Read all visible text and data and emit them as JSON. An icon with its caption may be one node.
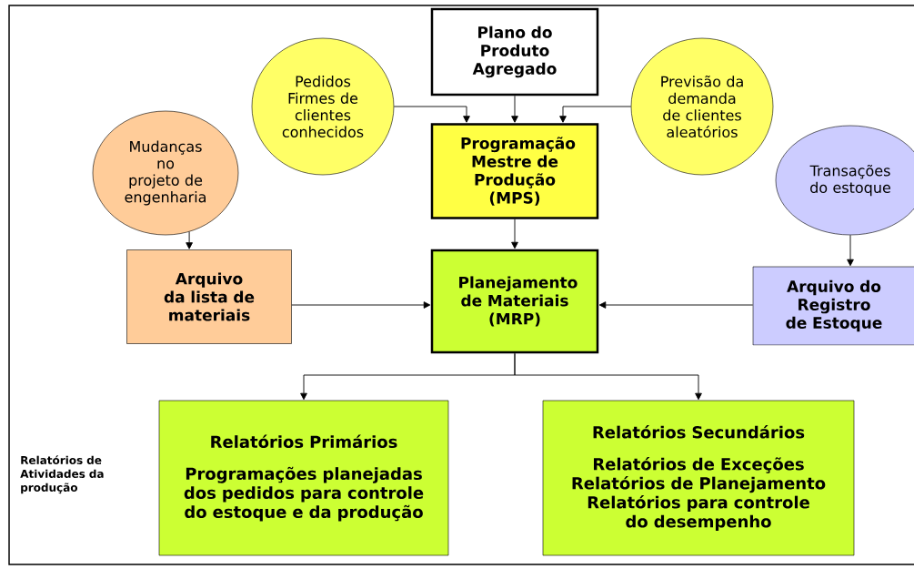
{
  "diagram": {
    "nodes": [
      {
        "text": [
          "Plano do Produto Agregado"
        ]
      },
      {
        "text": [
          "Pedidos Firmes de clientes conhecidos"
        ]
      },
      {
        "text": [
          "Previsão da demanda de clientes aleatórios"
        ]
      },
      {
        "text": [
          "Mudanças no projeto de engenharia"
        ]
      },
      {
        "text": [
          "Programação Mestre de Produção (MPS)"
        ]
      },
      {
        "text": [
          "Transações do estoque"
        ]
      },
      {
        "text": [
          "Arquivo da lista de materiais"
        ]
      },
      {
        "text": [
          "Planejamento de Materiais (MRP)"
        ]
      },
      {
        "text": [
          "Arquivo do Registro de Estoque"
        ]
      },
      {
        "text": [
          "Relatórios Primários",
          "Programações planejadas dos pedidos para controle do estoque e da produção"
        ]
      },
      {
        "text": [
          "Relatórios Secundários",
          "Relatórios de Exceções",
          "Relatórios de Planejamento",
          "Relatórios para controle do desempenho"
        ]
      }
    ],
    "edges": [
      {
        "from": 0,
        "to": 4,
        "arrow": "to"
      },
      {
        "from": 1,
        "to": 4,
        "arrow": "to"
      },
      {
        "from": 2,
        "to": 4,
        "arrow": "to"
      },
      {
        "from": 3,
        "to": 6,
        "arrow": "to"
      },
      {
        "from": 4,
        "to": 7,
        "arrow": "to"
      },
      {
        "from": 5,
        "to": 8,
        "arrow": "to"
      },
      {
        "from": 6,
        "to": 7,
        "arrow": "to"
      },
      {
        "from": 8,
        "to": 7,
        "arrow": "to"
      },
      {
        "from": 7,
        "to": 9,
        "arrow": "to"
      },
      {
        "from": 7,
        "to": 10,
        "arrow": "to"
      }
    ],
    "labels": [
      "Relatórios de Atividades da produção"
    ]
  }
}
